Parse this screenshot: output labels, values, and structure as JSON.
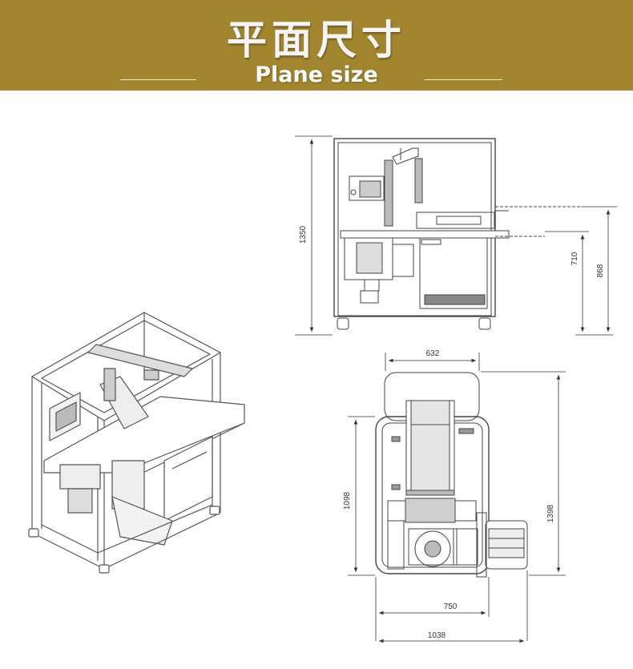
{
  "header": {
    "title_cn": "平面尺寸",
    "title_en": "Plane size",
    "background_color": "#a2862f"
  },
  "dimensions": {
    "front_height": "1350",
    "table_height": "710",
    "outfeed_height": "868",
    "top_depth": "632",
    "top_depth_frame": "1098",
    "top_total_depth": "1398",
    "top_frame_width": "750",
    "top_total_width": "1038"
  }
}
